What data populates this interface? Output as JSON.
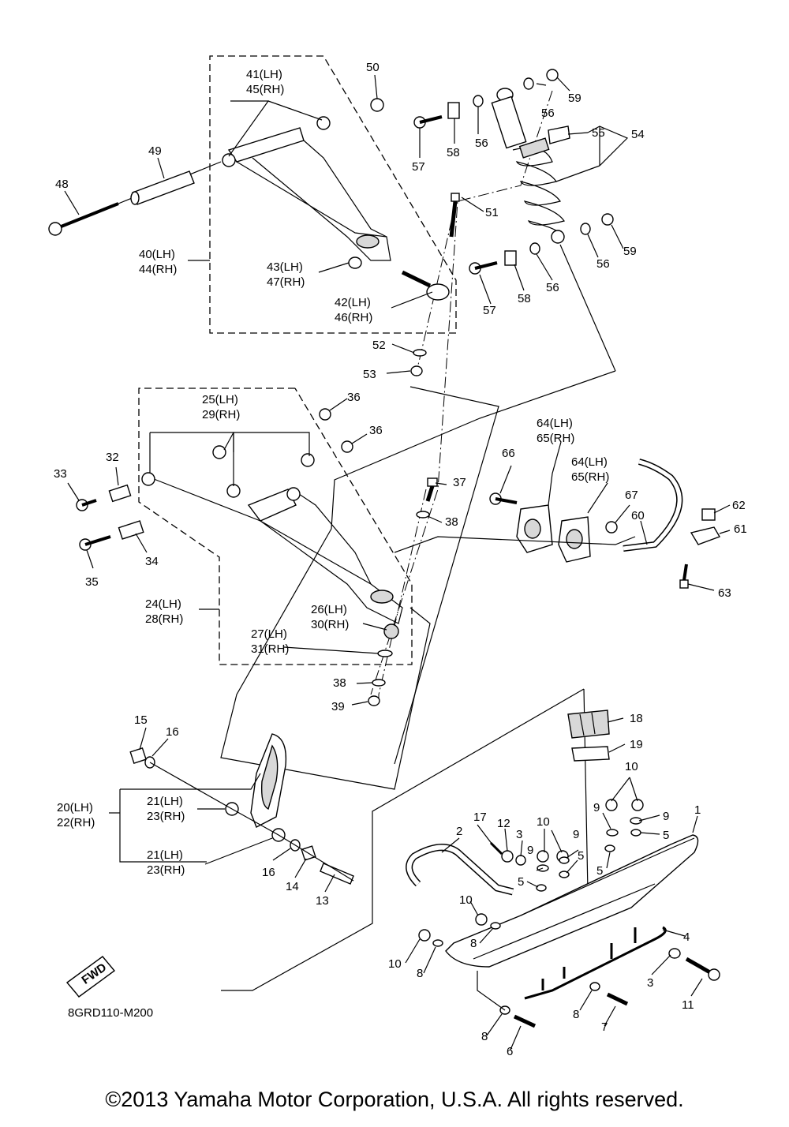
{
  "labels": {
    "p1": "1",
    "p2": "2",
    "p3a": "3",
    "p3b": "3",
    "p4": "4",
    "p5a": "5",
    "p5b": "5",
    "p5c": "5",
    "p5d": "5",
    "p6": "6",
    "p7": "7",
    "p8a": "8",
    "p8b": "8",
    "p8c": "8",
    "p8d": "8",
    "p9a": "9",
    "p9b": "9",
    "p9c": "9",
    "p9d": "9",
    "p10a": "10",
    "p10b": "10",
    "p10c": "10",
    "p10d": "10",
    "p11": "11",
    "p12": "12",
    "p13": "13",
    "p14": "14",
    "p15": "15",
    "p16a": "16",
    "p16b": "16",
    "p17": "17",
    "p18": "18",
    "p19": "19",
    "p20": "20(LH)",
    "p22": "22(RH)",
    "p21a": "21(LH)",
    "p23a": "23(RH)",
    "p21b": "21(LH)",
    "p23b": "23(RH)",
    "p24": "24(LH)",
    "p28": "28(RH)",
    "p25": "25(LH)",
    "p29": "29(RH)",
    "p26": "26(LH)",
    "p30": "30(RH)",
    "p27": "27(LH)",
    "p31": "31(RH)",
    "p32": "32",
    "p33": "33",
    "p34": "34",
    "p35": "35",
    "p36a": "36",
    "p36b": "36",
    "p37": "37",
    "p38a": "38",
    "p38b": "38",
    "p39": "39",
    "p40": "40(LH)",
    "p44": "44(RH)",
    "p41": "41(LH)",
    "p45": "45(RH)",
    "p42": "42(LH)",
    "p46": "46(RH)",
    "p43": "43(LH)",
    "p47": "47(RH)",
    "p48": "48",
    "p49": "49",
    "p50": "50",
    "p51": "51",
    "p52": "52",
    "p53": "53",
    "p54": "54",
    "p55": "55",
    "p56a": "56",
    "p56b": "56",
    "p56c": "56",
    "p56d": "56",
    "p57a": "57",
    "p57b": "57",
    "p58a": "58",
    "p58b": "58",
    "p59a": "59",
    "p59b": "59",
    "p60": "60",
    "p61": "61",
    "p62": "62",
    "p63": "63",
    "p64a": "64(LH)",
    "p65a": "65(RH)",
    "p64b": "64(LH)",
    "p65b": "65(RH)",
    "p66": "66",
    "p67": "67"
  },
  "fwd_badge": "FWD",
  "diagram_code": "8GRD110-M200",
  "copyright": "©2013 Yamaha Motor Corporation, U.S.A. All rights reserved."
}
